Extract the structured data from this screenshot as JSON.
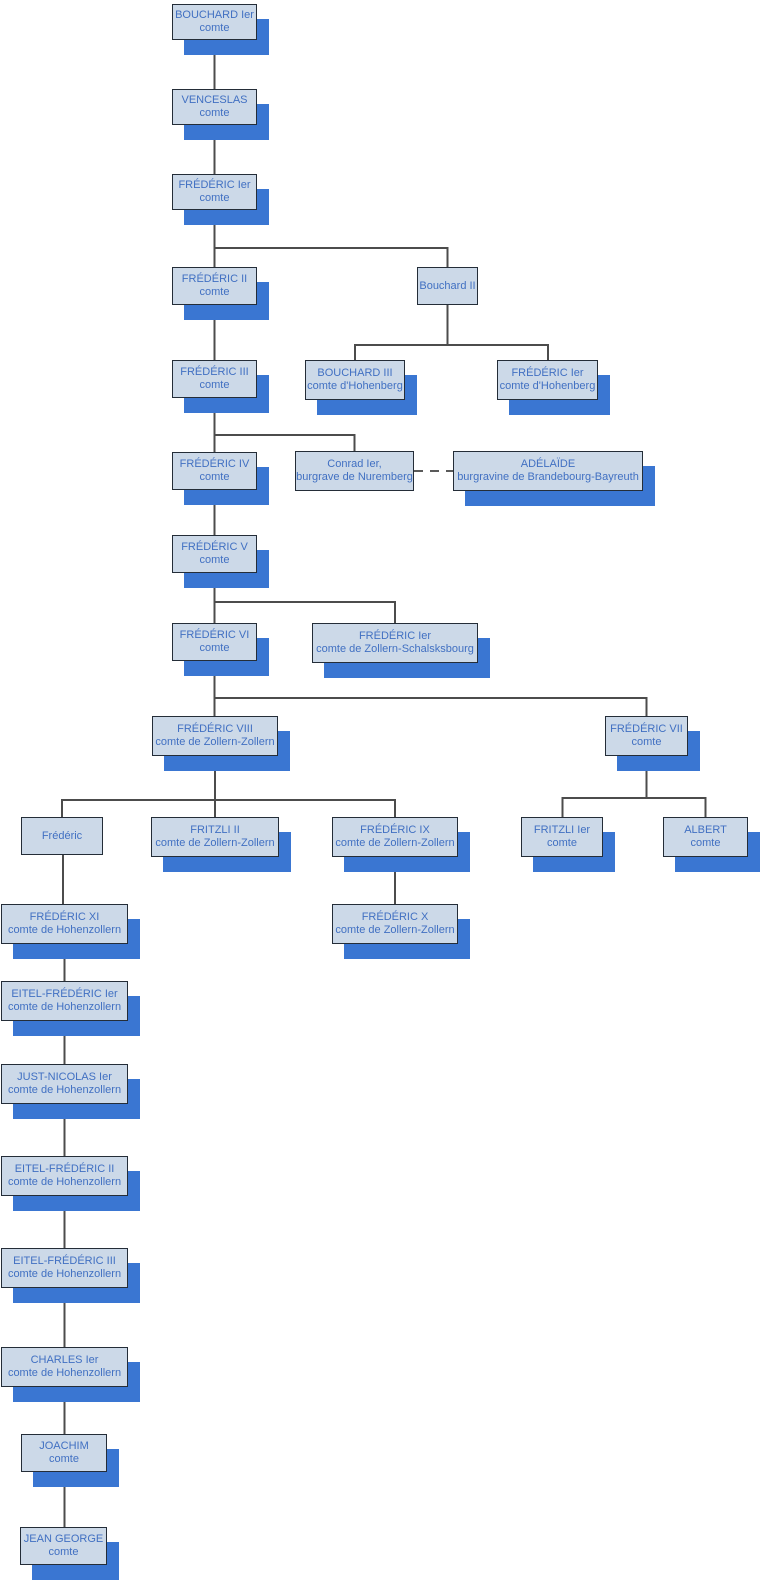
{
  "diagram": {
    "type": "family-tree",
    "colors": {
      "page-bg": "#ffffff",
      "box-fill": "#ccd9e8",
      "box-border": "#242d38",
      "shadow-blue": "#3a76d2",
      "text-blue": "#4170c2",
      "line": "#4c4c4c",
      "dashed-line": "#5a5a5a"
    },
    "nodes": {
      "bouchard_1": {
        "name": "BOUCHARD Ier",
        "title": "comte"
      },
      "venceslas": {
        "name": "VENCESLAS",
        "title": "comte"
      },
      "frederic_1": {
        "name": "FRÉDÉRIC Ier",
        "title": "comte"
      },
      "frederic_2": {
        "name": "FRÉDÉRIC II",
        "title": "comte"
      },
      "bouchard_2": {
        "name": "Bouchard II",
        "title": ""
      },
      "frederic_3": {
        "name": "FRÉDÉRIC III",
        "title": "comte"
      },
      "bouchard_3": {
        "name": "BOUCHARD III",
        "title": "comte d'Hohenberg"
      },
      "frederic_1_hohenberg": {
        "name": "FRÉDÉRIC Ier",
        "title": "comte d'Hohenberg"
      },
      "frederic_4": {
        "name": "FRÉDÉRIC IV",
        "title": "comte"
      },
      "conrad_1": {
        "name": "Conrad Ier,",
        "title": "burgrave de Nuremberg"
      },
      "adelaide": {
        "name": "ADÉLAÏDE",
        "title": "burgravine de Brandebourg-Bayreuth"
      },
      "frederic_5": {
        "name": "FRÉDÉRIC V",
        "title": "comte"
      },
      "frederic_6": {
        "name": "FRÉDÉRIC VI",
        "title": "comte"
      },
      "frederic_1_zollern": {
        "name": "FRÉDÉRIC Ier",
        "title": "comte de Zollern-Schalsksbourg"
      },
      "frederic_8": {
        "name": "FRÉDÉRIC VIII",
        "title": "comte de Zollern-Zollern"
      },
      "frederic_7": {
        "name": "FRÉDÉRIC VII",
        "title": "comte"
      },
      "frederic_jr": {
        "name": "Frédéric",
        "title": ""
      },
      "fritzli_2": {
        "name": "FRITZLI II",
        "title": "comte de Zollern-Zollern"
      },
      "frederic_9": {
        "name": "FRÉDÉRIC IX",
        "title": "comte de Zollern-Zollern"
      },
      "fritzli_1": {
        "name": "FRITZLI Ier",
        "title": "comte"
      },
      "albert": {
        "name": "ALBERT",
        "title": "comte"
      },
      "frederic_11": {
        "name": "FRÉDÉRIC XI",
        "title": "comte de Hohenzollern"
      },
      "frederic_10": {
        "name": "FRÉDÉRIC X",
        "title": "comte de Zollern-Zollern"
      },
      "eitel_frederic_1": {
        "name": "EITEL-FRÉDÉRIC Ier",
        "title": "comte de Hohenzollern"
      },
      "just_nicolas_1": {
        "name": "JUST-NICOLAS Ier",
        "title": "comte de Hohenzollern"
      },
      "eitel_frederic_2": {
        "name": "EITEL-FRÉDÉRIC II",
        "title": "comte de Hohenzollern"
      },
      "eitel_frederic_3": {
        "name": "EITEL-FRÉDÉRIC III",
        "title": "comte de Hohenzollern"
      },
      "charles_1": {
        "name": "CHARLES Ier",
        "title": "comte de Hohenzollern"
      },
      "joachim": {
        "name": "JOACHIM",
        "title": "comte"
      },
      "jean_george": {
        "name": "JEAN GEORGE",
        "title": "comte"
      }
    },
    "edges": [
      {
        "from": "bouchard_1",
        "to": "venceslas",
        "kind": "descent"
      },
      {
        "from": "venceslas",
        "to": "frederic_1",
        "kind": "descent"
      },
      {
        "from": "frederic_1",
        "to": "frederic_2",
        "kind": "descent"
      },
      {
        "from": "frederic_1",
        "to": "bouchard_2",
        "kind": "descent"
      },
      {
        "from": "frederic_2",
        "to": "frederic_3",
        "kind": "descent"
      },
      {
        "from": "bouchard_2",
        "to": "bouchard_3",
        "kind": "descent"
      },
      {
        "from": "bouchard_2",
        "to": "frederic_1_hohenberg",
        "kind": "descent"
      },
      {
        "from": "frederic_3",
        "to": "frederic_4",
        "kind": "descent"
      },
      {
        "from": "frederic_3",
        "to": "conrad_1",
        "kind": "descent"
      },
      {
        "from": "conrad_1",
        "to": "adelaide",
        "kind": "marriage"
      },
      {
        "from": "frederic_4",
        "to": "frederic_5",
        "kind": "descent"
      },
      {
        "from": "frederic_5",
        "to": "frederic_6",
        "kind": "descent"
      },
      {
        "from": "frederic_5",
        "to": "frederic_1_zollern",
        "kind": "descent"
      },
      {
        "from": "frederic_6",
        "to": "frederic_8",
        "kind": "descent"
      },
      {
        "from": "frederic_6",
        "to": "frederic_7",
        "kind": "descent"
      },
      {
        "from": "frederic_8",
        "to": "frederic_jr",
        "kind": "descent"
      },
      {
        "from": "frederic_8",
        "to": "fritzli_2",
        "kind": "descent"
      },
      {
        "from": "frederic_8",
        "to": "frederic_9",
        "kind": "descent"
      },
      {
        "from": "frederic_7",
        "to": "fritzli_1",
        "kind": "descent"
      },
      {
        "from": "frederic_7",
        "to": "albert",
        "kind": "descent"
      },
      {
        "from": "frederic_jr",
        "to": "frederic_11",
        "kind": "descent"
      },
      {
        "from": "frederic_9",
        "to": "frederic_10",
        "kind": "descent"
      },
      {
        "from": "frederic_11",
        "to": "eitel_frederic_1",
        "kind": "descent"
      },
      {
        "from": "eitel_frederic_1",
        "to": "just_nicolas_1",
        "kind": "descent"
      },
      {
        "from": "just_nicolas_1",
        "to": "eitel_frederic_2",
        "kind": "descent"
      },
      {
        "from": "eitel_frederic_2",
        "to": "eitel_frederic_3",
        "kind": "descent"
      },
      {
        "from": "eitel_frederic_3",
        "to": "charles_1",
        "kind": "descent"
      },
      {
        "from": "charles_1",
        "to": "joachim",
        "kind": "descent"
      },
      {
        "from": "joachim",
        "to": "jean_george",
        "kind": "descent"
      }
    ]
  }
}
